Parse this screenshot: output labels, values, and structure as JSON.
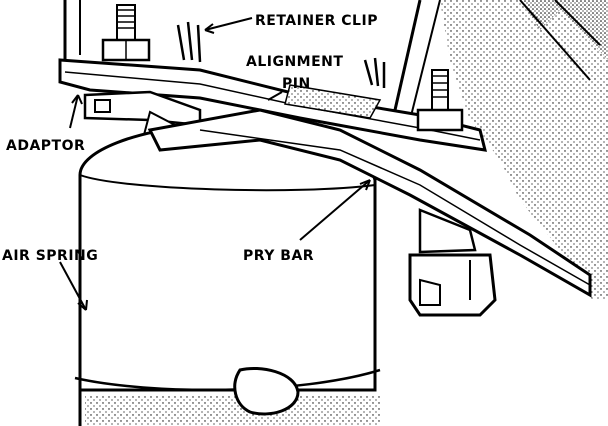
{
  "labels": {
    "retainer_clip": "RETAINER CLIP",
    "alignment": "ALIGNMENT",
    "pin": "PIN",
    "adaptor": "ADAPTOR",
    "air_spring": "AIR SPRING",
    "pry_bar": "PRY BAR"
  },
  "colors": {
    "ink": "#000000",
    "paper": "#ffffff",
    "shade": "#d0d0d0"
  }
}
